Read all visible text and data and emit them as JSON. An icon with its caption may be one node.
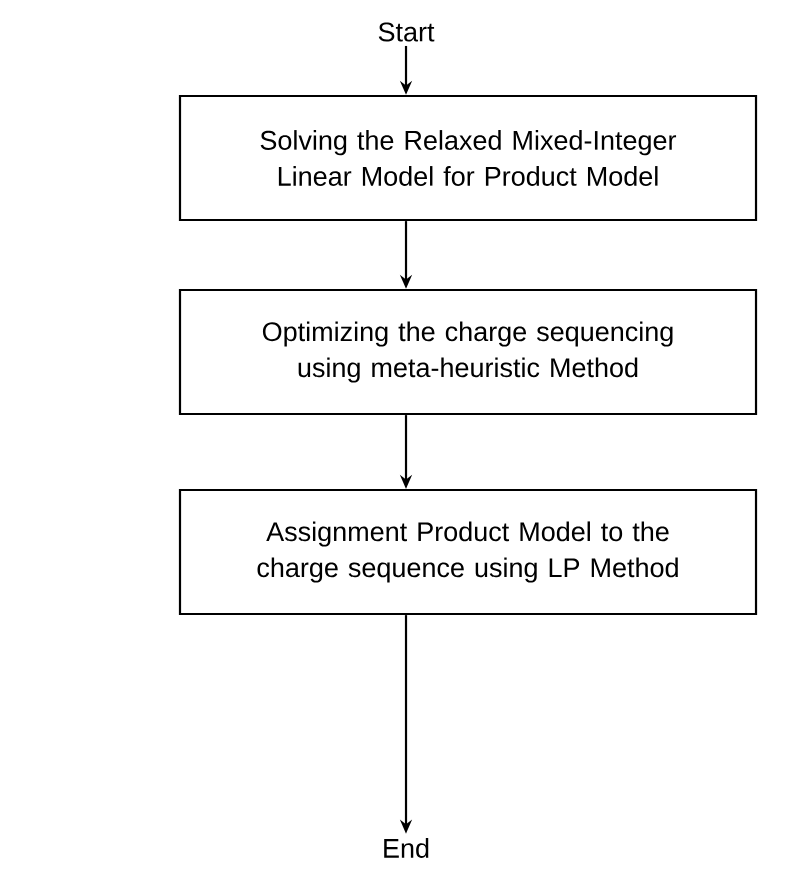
{
  "diagram": {
    "nodes": [
      {
        "text": [
          "Start"
        ]
      },
      {
        "text": [
          "Solving the Relaxed Mixed-Integer Linear Model for Product Model"
        ]
      },
      {
        "text": [
          "Optimizing the charge sequencing using meta-heuristic Method"
        ]
      },
      {
        "text": [
          "Assignment Product Model to the charge sequence using LP Method"
        ]
      },
      {
        "text": [
          "End"
        ]
      }
    ],
    "edges": [
      {
        "from": 0,
        "to": 1,
        "arrow": "to"
      },
      {
        "from": 1,
        "to": 2,
        "arrow": "to"
      },
      {
        "from": 2,
        "to": 3,
        "arrow": "to"
      },
      {
        "from": 3,
        "to": 4,
        "arrow": "to"
      }
    ]
  }
}
